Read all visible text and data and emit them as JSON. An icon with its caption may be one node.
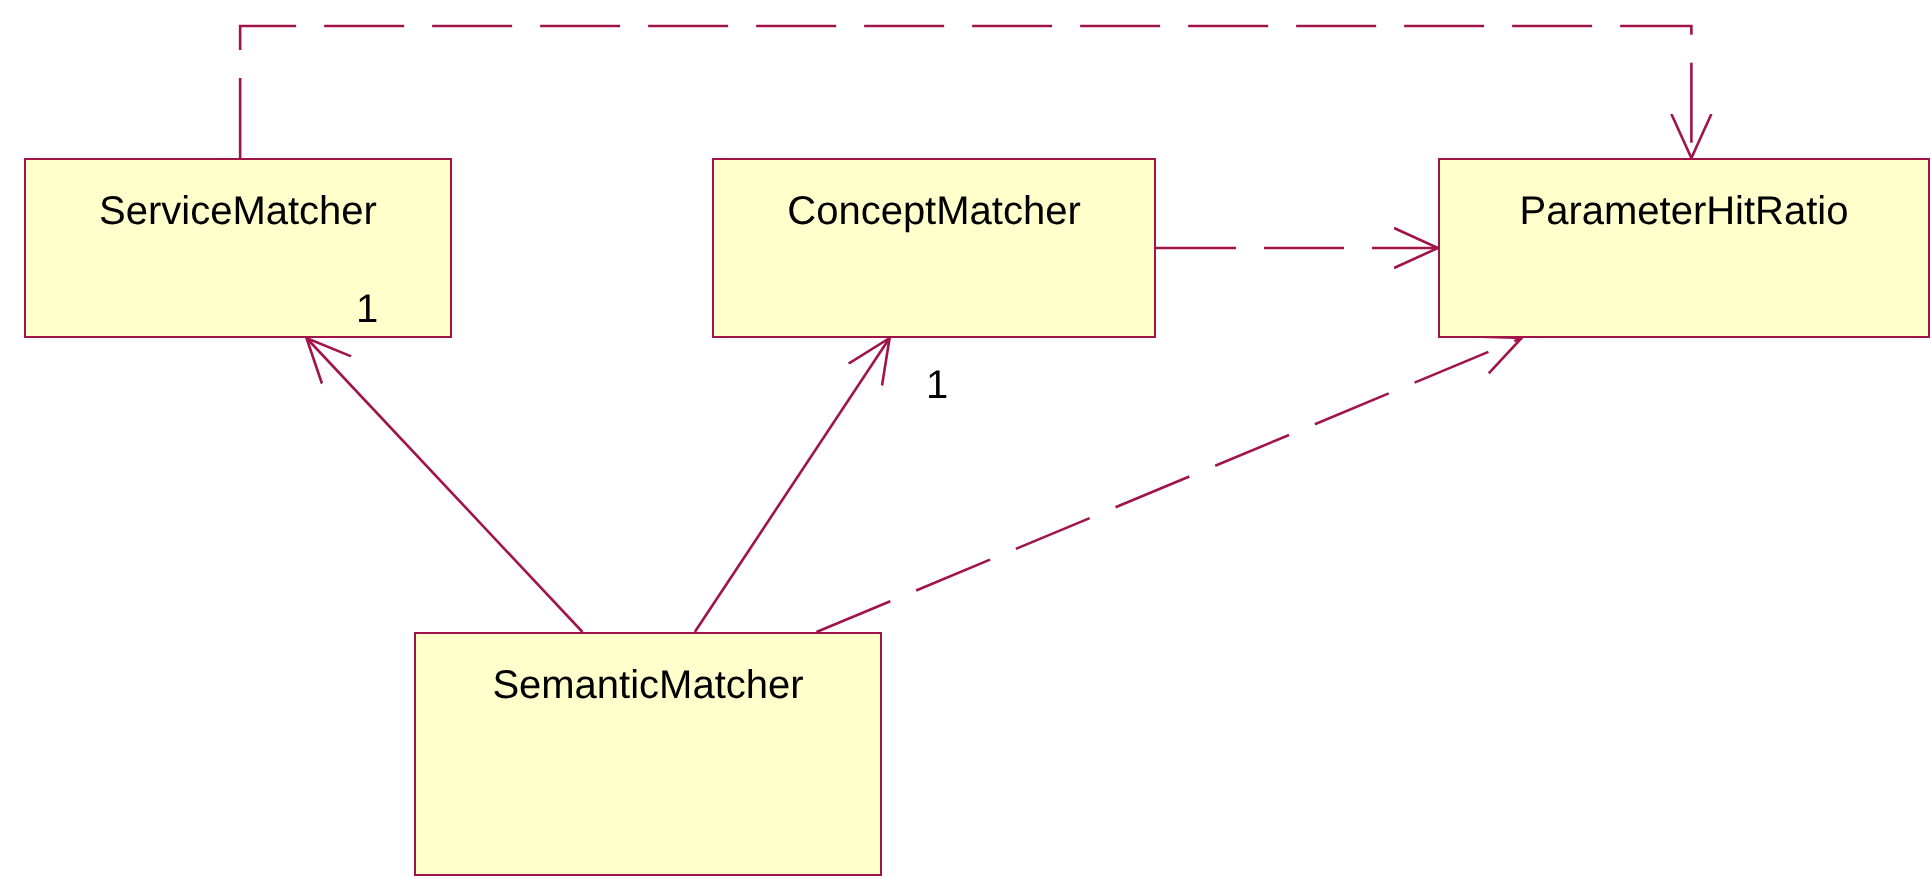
{
  "diagram": {
    "nodes": [
      {
        "text": [
          "ServiceMatcher"
        ]
      },
      {
        "text": [
          "ConceptMatcher"
        ]
      },
      {
        "text": [
          "ParameterHitRatio"
        ]
      },
      {
        "text": [
          "SemanticMatcher"
        ]
      }
    ],
    "edges": [
      {
        "from": 0,
        "to": 2,
        "arrow": "to",
        "style": "dashed"
      },
      {
        "from": 1,
        "to": 2,
        "arrow": "to",
        "style": "dashed"
      },
      {
        "from": 3,
        "to": 0,
        "arrow": "to"
      },
      {
        "from": 3,
        "to": 1,
        "arrow": "to"
      },
      {
        "from": 3,
        "to": 2,
        "arrow": "to",
        "style": "dashed"
      }
    ],
    "labels": [
      "1",
      "1"
    ]
  }
}
